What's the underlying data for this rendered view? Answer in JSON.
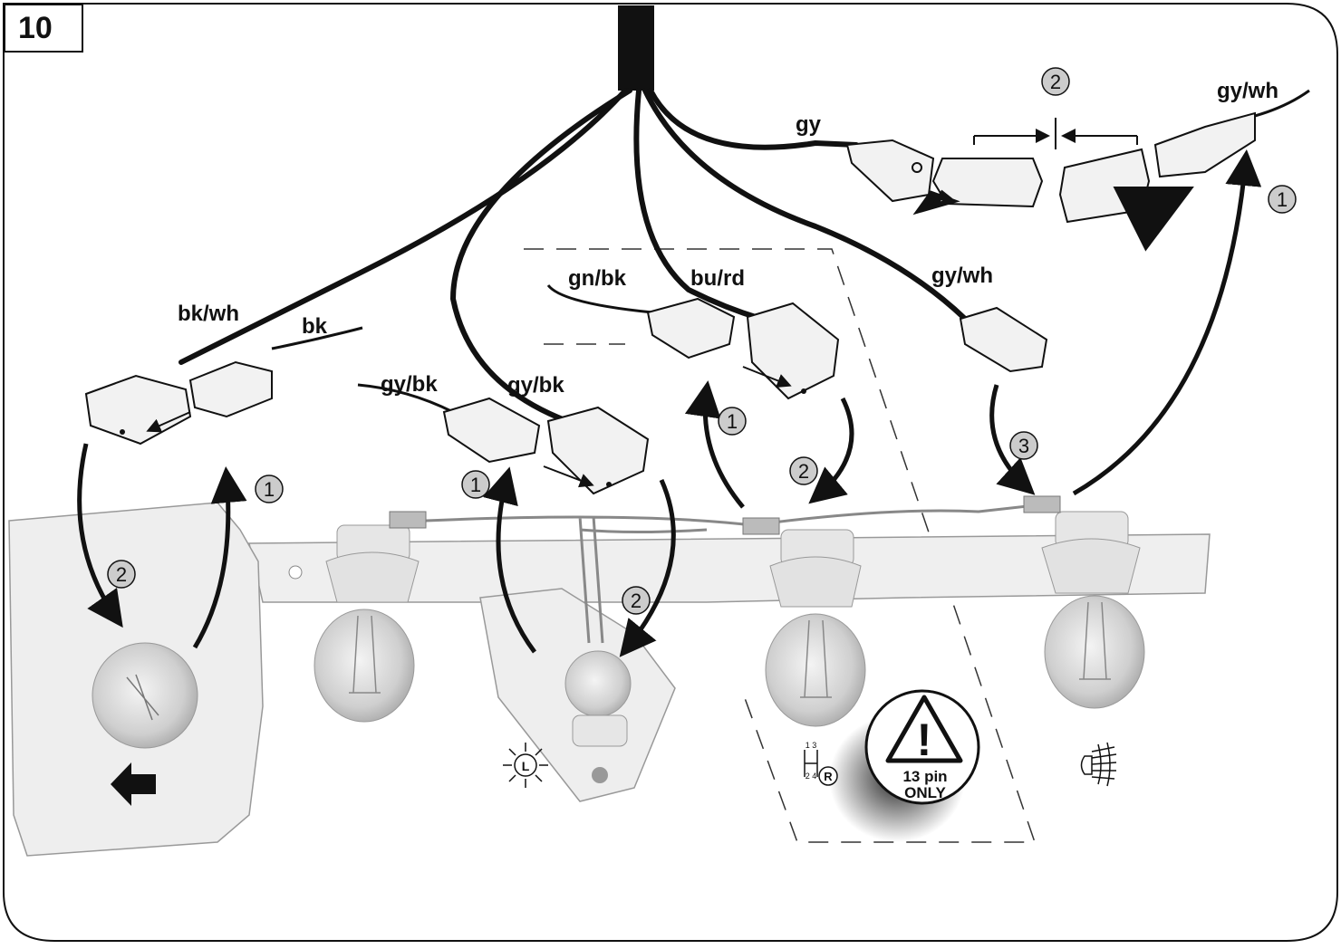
{
  "step": {
    "number": "10"
  },
  "wires": {
    "bk_wh": "bk/wh",
    "bk": "bk",
    "gy_bk_a": "gy/bk",
    "gy_bk_b": "gy/bk",
    "gn_bk": "gn/bk",
    "bu_rd": "bu/rd",
    "gy": "gy",
    "gy_wh_mid": "gy/wh",
    "gy_wh_right": "gy/wh"
  },
  "steps": {
    "s1": "1",
    "s2": "2",
    "s3": "3"
  },
  "warning": {
    "line1": "13 pin",
    "line2": "ONLY",
    "symbol": "!"
  },
  "lamp_symbols": {
    "left": "L",
    "reverse": "R",
    "gear_top": "1 3",
    "gear_bottom": "2 4"
  },
  "icons": {
    "fog": "fog-lamp-icon",
    "reverse": "reverse-gear-icon",
    "license": "license-plate-lamp-icon",
    "warning": "warning-triangle-icon"
  },
  "colors": {
    "ink": "#111111",
    "panel": "#eeeeee",
    "bulb": "#d8d8d8"
  }
}
